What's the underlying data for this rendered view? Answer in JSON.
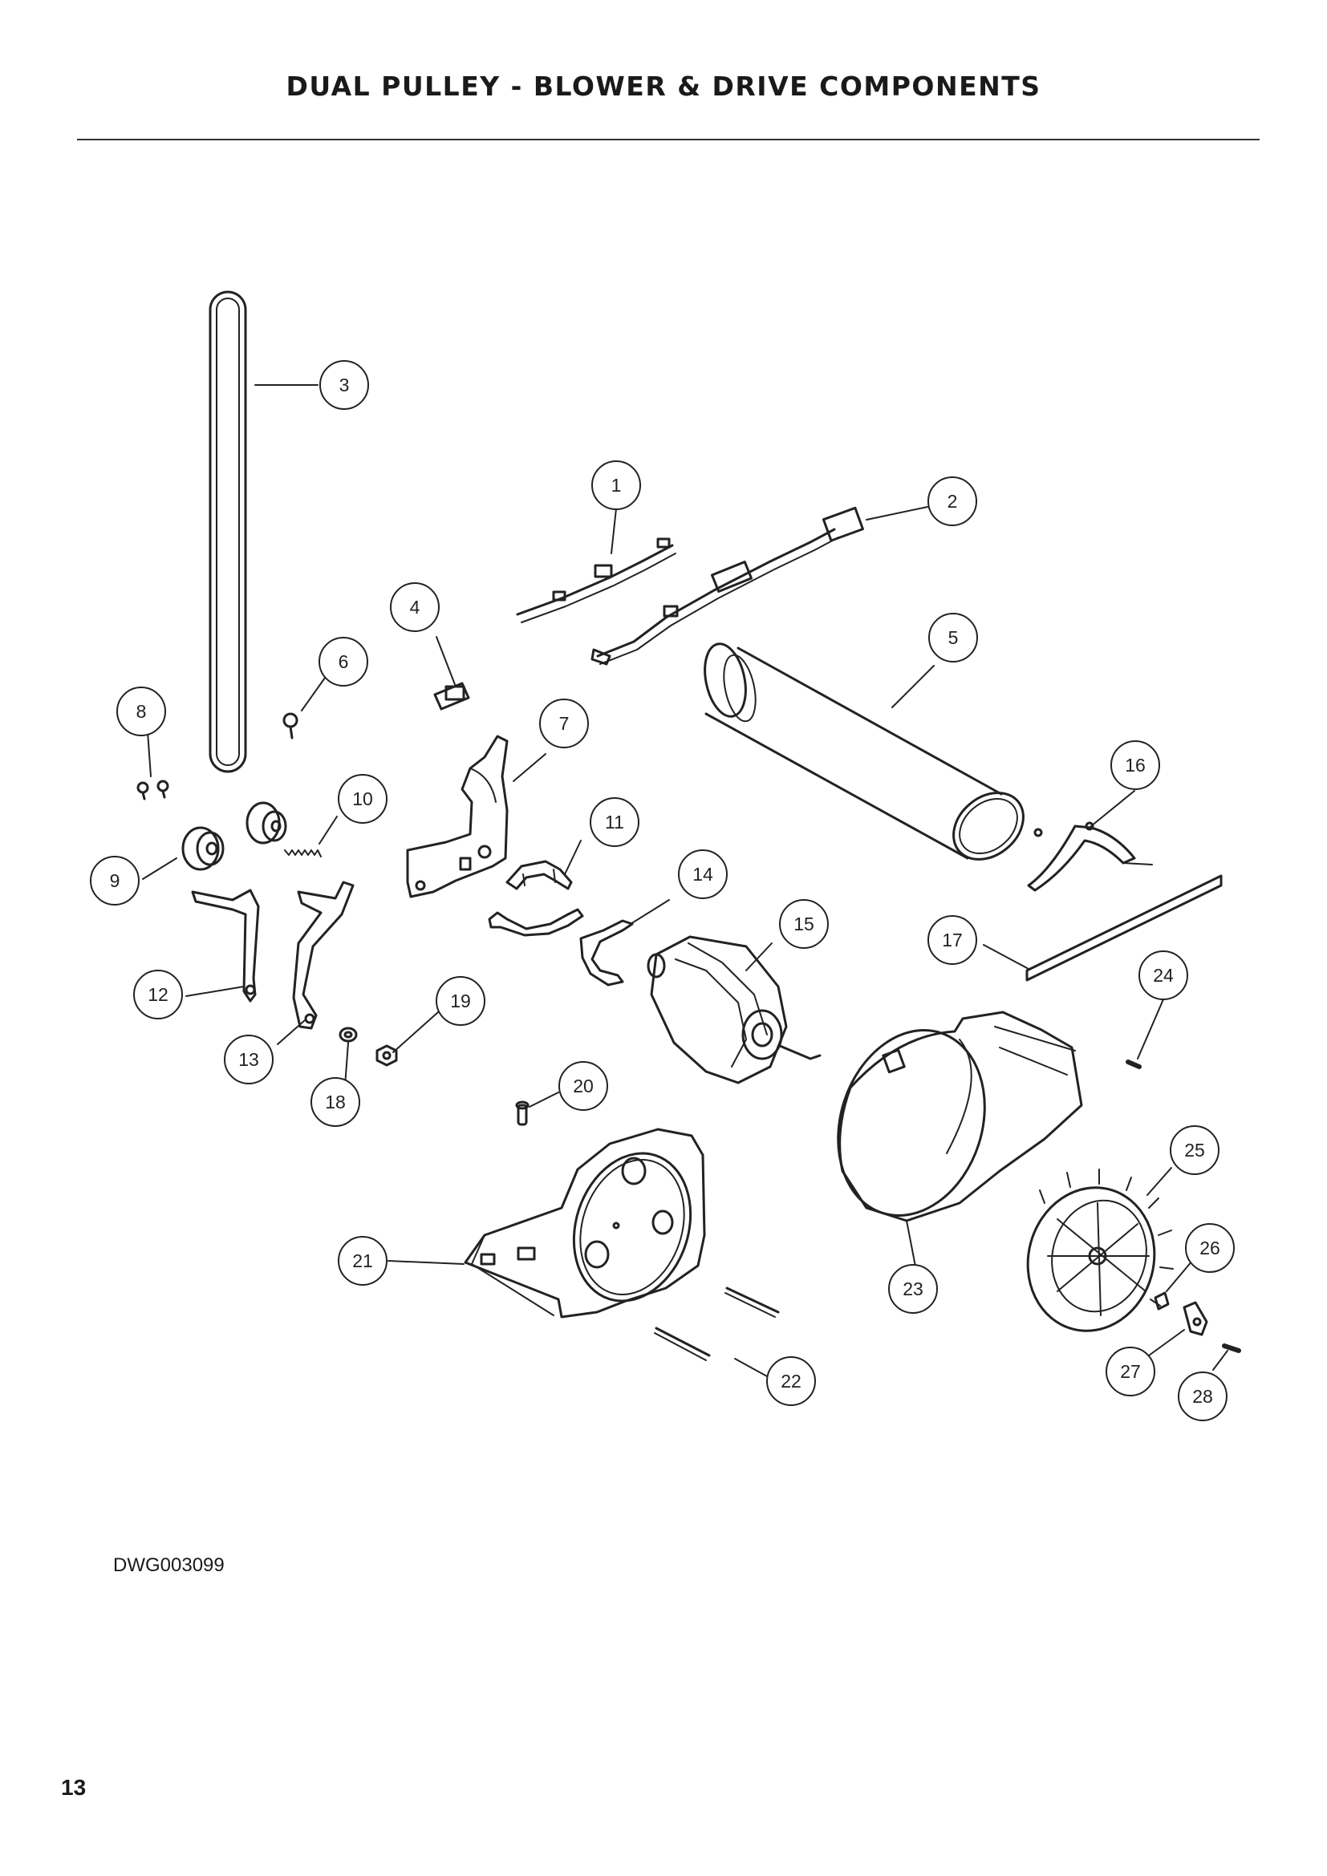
{
  "page": {
    "title": "DUAL PULLEY - BLOWER & DRIVE COMPONENTS",
    "drawing_id": "DWG003099",
    "page_number": "13"
  },
  "diagram": {
    "callouts": [
      {
        "id": "c1",
        "label": "1",
        "part": "harness-1"
      },
      {
        "id": "c2",
        "label": "2",
        "part": "harness-2"
      },
      {
        "id": "c3",
        "label": "3",
        "part": "belt"
      },
      {
        "id": "c4",
        "label": "4",
        "part": "switch"
      },
      {
        "id": "c5",
        "label": "5",
        "part": "drum-duct"
      },
      {
        "id": "c6",
        "label": "6",
        "part": "screw"
      },
      {
        "id": "c7",
        "label": "7",
        "part": "motor-bracket"
      },
      {
        "id": "c8",
        "label": "8",
        "part": "screws"
      },
      {
        "id": "c9",
        "label": "9",
        "part": "pulley"
      },
      {
        "id": "c10",
        "label": "10",
        "part": "spring"
      },
      {
        "id": "c11",
        "label": "11",
        "part": "motor-clamp"
      },
      {
        "id": "c12",
        "label": "12",
        "part": "idler-arm"
      },
      {
        "id": "c13",
        "label": "13",
        "part": "idler-arm-2"
      },
      {
        "id": "c14",
        "label": "14",
        "part": "motor-strap"
      },
      {
        "id": "c15",
        "label": "15",
        "part": "motor"
      },
      {
        "id": "c16",
        "label": "16",
        "part": "duct-cover"
      },
      {
        "id": "c17",
        "label": "17",
        "part": "seal-strip"
      },
      {
        "id": "c18",
        "label": "18",
        "part": "washer"
      },
      {
        "id": "c19",
        "label": "19",
        "part": "nut"
      },
      {
        "id": "c20",
        "label": "20",
        "part": "pin"
      },
      {
        "id": "c21",
        "label": "21",
        "part": "motor-base"
      },
      {
        "id": "c22",
        "label": "22",
        "part": "bolts"
      },
      {
        "id": "c23",
        "label": "23",
        "part": "blower-housing"
      },
      {
        "id": "c24",
        "label": "24",
        "part": "screw-24"
      },
      {
        "id": "c25",
        "label": "25",
        "part": "blower-wheel"
      },
      {
        "id": "c26",
        "label": "26",
        "part": "clip"
      },
      {
        "id": "c27",
        "label": "27",
        "part": "bracket"
      },
      {
        "id": "c28",
        "label": "28",
        "part": "screw-28"
      }
    ]
  },
  "colors": {
    "line": "#222222",
    "background": "#ffffff"
  }
}
